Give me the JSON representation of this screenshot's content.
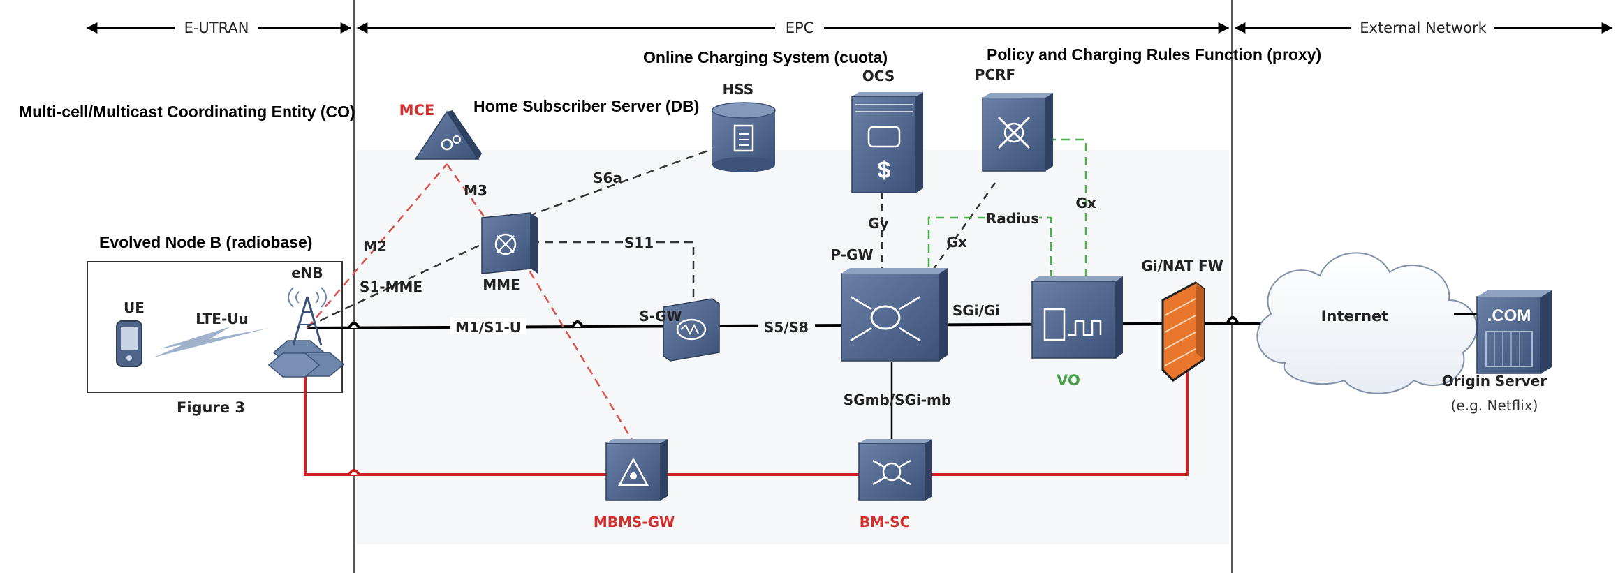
{
  "regions": {
    "eutran": "E-UTRAN",
    "epc": "EPC",
    "external": "External Network"
  },
  "annotations": {
    "mce_desc": "Multi-cell/Multicast Coordinating Entity (CO)",
    "hss_desc": "Home Subscriber Server (DB)",
    "ocs_desc": "Online Charging System (cuota)",
    "pcrf_desc": "Policy and Charging Rules Function (proxy)",
    "enb_desc": "Evolved Node B (radiobase)",
    "figure": "Figure 3"
  },
  "nodes": {
    "ue": "UE",
    "enb": "eNB",
    "mce": "MCE",
    "mme": "MME",
    "hss": "HSS",
    "sgw": "S-GW",
    "pgw": "P-GW",
    "ocs": "OCS",
    "pcrf": "PCRF",
    "vo": "VO",
    "fw": "Gi/NAT FW",
    "internet": "Internet",
    "com": ".COM",
    "origin": "Origin Server",
    "origin_sub": "(e.g. Netflix)",
    "mbms": "MBMS-GW",
    "bmsc": "BM-SC"
  },
  "interfaces": {
    "lte_uu": "LTE-Uu",
    "s1mme": "S1-MME",
    "m2": "M2",
    "m3": "M3",
    "s6a": "S6a",
    "s11": "S11",
    "m1s1u": "M1/S1-U",
    "s5s8": "S5/S8",
    "gy": "Gy",
    "gx1": "Gx",
    "gx2": "Gx",
    "radius": "Radius",
    "sgi": "SGi/Gi",
    "sgmb": "SGmb/SGi-mb"
  },
  "colors": {
    "node_blue": "#4e6488",
    "red_path": "#cc1f1f",
    "green_dash": "#4caf50",
    "label_red": "#d32f2f",
    "label_green": "#43a047",
    "firewall": "#e8762c"
  }
}
